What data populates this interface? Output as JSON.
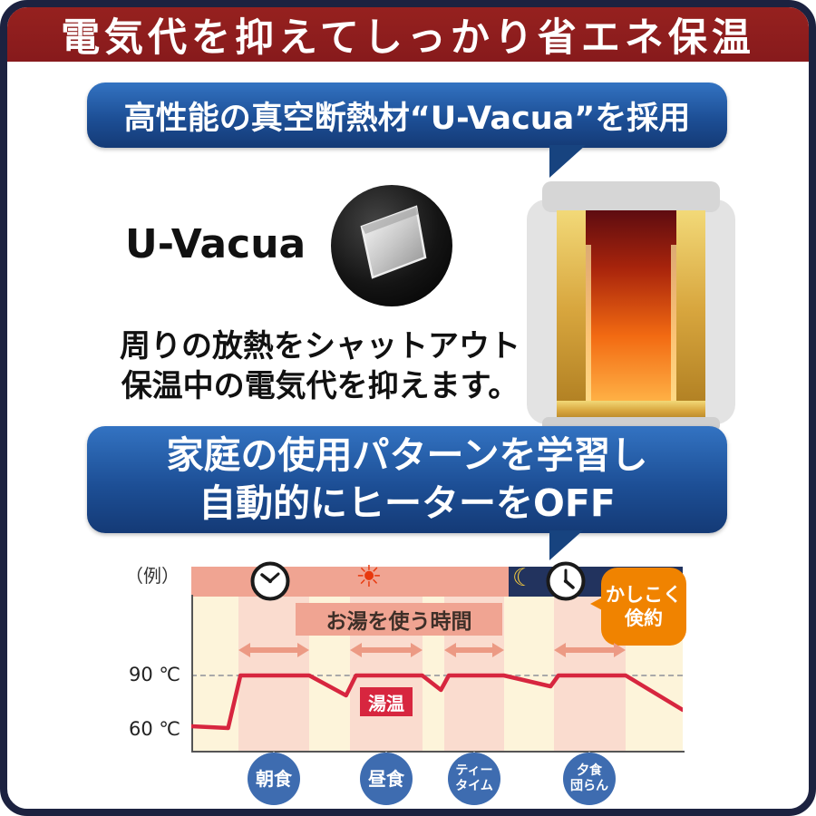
{
  "header": {
    "title": "電気代を抑えてしっかり省エネ保温"
  },
  "banner_vacua": {
    "text": "高性能の真空断熱材“U-Vacua”を採用"
  },
  "vacua": {
    "name": "U-Vacua",
    "desc1": "周りの放熱をシャットアウト",
    "desc2": "保温中の電気代を抑えます。"
  },
  "banner_learning": {
    "line1": "家庭の使用パターンを学習し",
    "line2": "自動的にヒーターをOFF"
  },
  "chart": {
    "example_label": "（例）",
    "usage_label": "お湯を使う時間",
    "savings_bubble": {
      "line1": "かしこく",
      "line2": "倹約"
    },
    "temp_label": "湯温",
    "y_axis": {
      "high": "90 ℃",
      "low": "60 ℃"
    },
    "events": [
      [
        "朝食"
      ],
      [
        "昼食"
      ],
      [
        "ティー",
        "タイム"
      ],
      [
        "夕食",
        "団らん"
      ]
    ]
  },
  "icons": {
    "sun": "☀",
    "moon": "☾"
  },
  "colors": {
    "header_red": "#8c1c1e",
    "banner_blue_dark": "#143a76",
    "banner_blue_light": "#3373c2",
    "salmon_band": "#f0a492",
    "stripe_pink": "#fadccf",
    "plot_cream": "#fdf4da",
    "night_navy": "#22335e",
    "bubble_orange": "#f08300",
    "line_red": "#d7263f",
    "event_blue": "#3e6cb0"
  },
  "chart_data": {
    "type": "line",
    "series": [
      {
        "name": "湯温",
        "points": [
          [
            0.0,
            62
          ],
          [
            0.075,
            61
          ],
          [
            0.1,
            90
          ],
          [
            0.24,
            90
          ],
          [
            0.315,
            79
          ],
          [
            0.335,
            90
          ],
          [
            0.47,
            90
          ],
          [
            0.508,
            82
          ],
          [
            0.524,
            90
          ],
          [
            0.636,
            90
          ],
          [
            0.731,
            84
          ],
          [
            0.747,
            90
          ],
          [
            0.884,
            90
          ],
          [
            1.0,
            71
          ]
        ]
      }
    ],
    "y_ticks": [
      {
        "value": 90,
        "label": "90 ℃"
      },
      {
        "value": 60,
        "label": "60 ℃"
      }
    ],
    "ylim": [
      52,
      96
    ],
    "grid": "dashed line at 90",
    "usage_periods": [
      {
        "label": "朝食",
        "x_start": 0.096,
        "x_end": 0.24
      },
      {
        "label": "昼食",
        "x_start": 0.323,
        "x_end": 0.47
      },
      {
        "label": "ティータイム",
        "x_start": 0.515,
        "x_end": 0.636
      },
      {
        "label": "夕食団らん",
        "x_start": 0.738,
        "x_end": 0.884
      }
    ],
    "annotations": [
      "（例）",
      "お湯を使う時間",
      "湯温",
      "かしこく倹約"
    ]
  }
}
